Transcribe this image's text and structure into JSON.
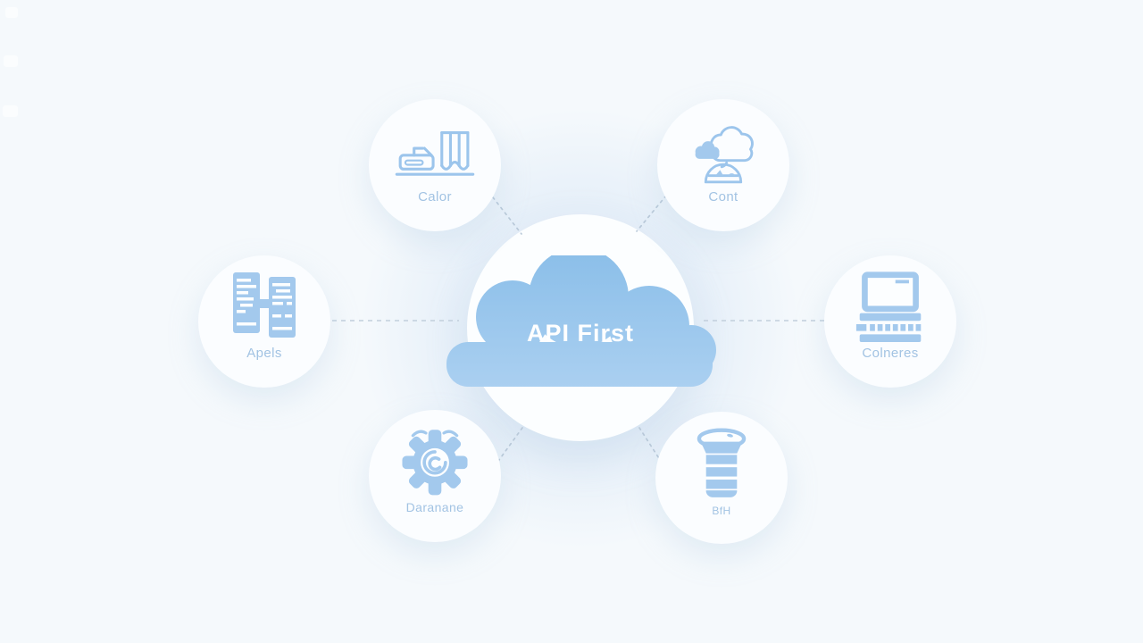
{
  "title": "API First diagram",
  "center": {
    "label": "API First"
  },
  "nodes": [
    {
      "id": "calor",
      "label": "Calor",
      "icon": "scanner-map-icon",
      "position": "top-left"
    },
    {
      "id": "cont",
      "label": "Cont",
      "icon": "cloud-dome-icon",
      "position": "top-right"
    },
    {
      "id": "apels",
      "label": "Apels",
      "icon": "paired-documents-icon",
      "position": "left"
    },
    {
      "id": "colneres",
      "label": "Colneres",
      "icon": "laptop-icon",
      "position": "right"
    },
    {
      "id": "daranane",
      "label": "Daranane",
      "icon": "gear-spiral-icon",
      "position": "bottom-left"
    },
    {
      "id": "bfh",
      "label": "BfH",
      "icon": "database-barrel-icon",
      "position": "bottom-right"
    }
  ],
  "connections": [
    {
      "from": "center",
      "to": "calor",
      "style": "dotted-diagonal"
    },
    {
      "from": "center",
      "to": "cont",
      "style": "dotted-diagonal"
    },
    {
      "from": "center",
      "to": "apels",
      "style": "dashed-horizontal"
    },
    {
      "from": "center",
      "to": "colneres",
      "style": "dashed-horizontal"
    },
    {
      "from": "center",
      "to": "daranane",
      "style": "dotted-diagonal"
    },
    {
      "from": "center",
      "to": "bfh",
      "style": "dotted-diagonal"
    }
  ],
  "colors": {
    "background": "#f5f9fc",
    "cloud_top": "#8cbfe9",
    "cloud_bottom": "#abd0f1",
    "icon_blue": "#a3c9ed",
    "icon_stroke": "#9cc5ec",
    "label_blue": "#a2c3e3",
    "connector": "#c2cfdc",
    "node_fill": "#fbfdff",
    "center_text": "#ffffff"
  }
}
